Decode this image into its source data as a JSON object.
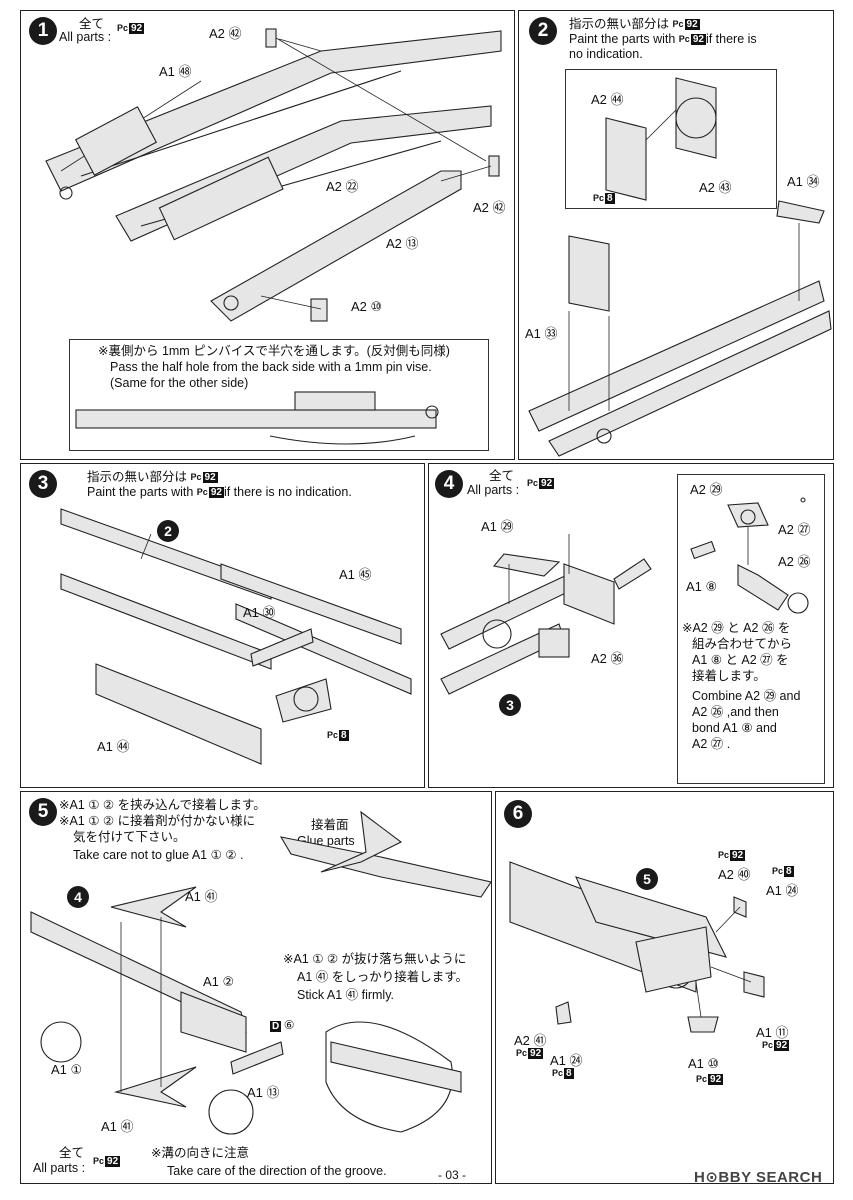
{
  "steps": [
    {
      "num": "1",
      "all_parts": {
        "jp": "全て",
        "en": "All parts :",
        "pc": "Pc",
        "pc_no": "92"
      },
      "labels": [
        "A2 ㊷",
        "A1 ㊽",
        "A2 ㉒",
        "A2 ㊷",
        "A2 ⑬",
        "A2 ⑩"
      ],
      "note": {
        "jp": "※裏側から 1mm ピンバイスで半穴を通します。(反対側も同様)",
        "en1": "Pass the half hole from the back side with a 1mm pin vise.",
        "en2": "(Same for the other side)"
      }
    },
    {
      "num": "2",
      "header": {
        "jp": "指示の無い部分は",
        "pc": "Pc",
        "pc_no": "92",
        "en_prefix": "Paint the parts with",
        "en_suffix": "if there is",
        "en2": "no indication."
      },
      "labels": [
        "A2 ㊹",
        "A2 ㊸",
        "A1 ㉞",
        "A1 ㉝"
      ],
      "pc_tag": {
        "pc": "Pc",
        "no": "8"
      }
    },
    {
      "num": "3",
      "header": {
        "jp": "指示の無い部分は",
        "pc": "Pc",
        "pc_no": "92",
        "en_prefix": "Paint the parts with",
        "en_suffix": "if there is no indication."
      },
      "labels": [
        "A1 ㊺",
        "A1 ㉚",
        "A1 ㊹"
      ],
      "ref": "2",
      "pc_tag": {
        "pc": "Pc",
        "no": "8"
      }
    },
    {
      "num": "4",
      "all_parts": {
        "jp": "全て",
        "en": "All parts :",
        "pc": "Pc",
        "pc_no": "92"
      },
      "labels": [
        "A1 ㉙",
        "A2 ㊱",
        "A2 ㉙",
        "A2 ㉗",
        "A2 ㉖",
        "A1 ⑧"
      ],
      "ref": "3",
      "note": {
        "l1": "※A2 ㉙ と A2 ㉖ を",
        "l2": "組み合わせてから",
        "l3": "A1 ⑧ と A2 ㉗ を",
        "l4": "接着します。",
        "l5": "Combine A2 ㉙ and",
        "l6": "A2 ㉖ ,and then",
        "l7": "bond A1 ⑧ and",
        "l8": "A2 ㉗ ."
      }
    },
    {
      "num": "5",
      "notes": {
        "l1": "※A1 ① ② を挟み込んで接着します。",
        "l2": "※A1 ① ② に接着剤が付かない様に",
        "l3": "気を付けて下さい。",
        "l4": "Take care not to glue A1 ① ② ."
      },
      "glue": {
        "jp": "接着面",
        "en": "Glue parts"
      },
      "stick": {
        "l1": "※A1 ① ② が抜け落ち無いように",
        "l2": "A1 ㊶ をしっかり接着します。",
        "l3": "Stick A1 ㊶ firmly."
      },
      "labels": [
        "A1 ㊶",
        "A1 ②",
        "A1 ①",
        "A1 ㊶",
        "A1 ⑬"
      ],
      "d_tag": {
        "d": "D",
        "no": "⑥"
      },
      "ref": "4",
      "all_parts": {
        "jp": "全て",
        "en": "All parts :",
        "pc": "Pc",
        "pc_no": "92"
      },
      "groove": {
        "jp": "※溝の向きに注意",
        "en": "Take care of the direction of the groove."
      }
    },
    {
      "num": "6",
      "ref": "5",
      "labels": [
        "A2 ㊵",
        "A1 ㉔",
        "A2 ㊶",
        "A1 ㉔",
        "A1 ⑩",
        "A1 ⑪"
      ],
      "pc_tags": [
        "92",
        "8",
        "92",
        "8",
        "92",
        "92"
      ]
    }
  ],
  "page_number": "- 03 -",
  "watermark": "H⊙BBY SEARCH"
}
